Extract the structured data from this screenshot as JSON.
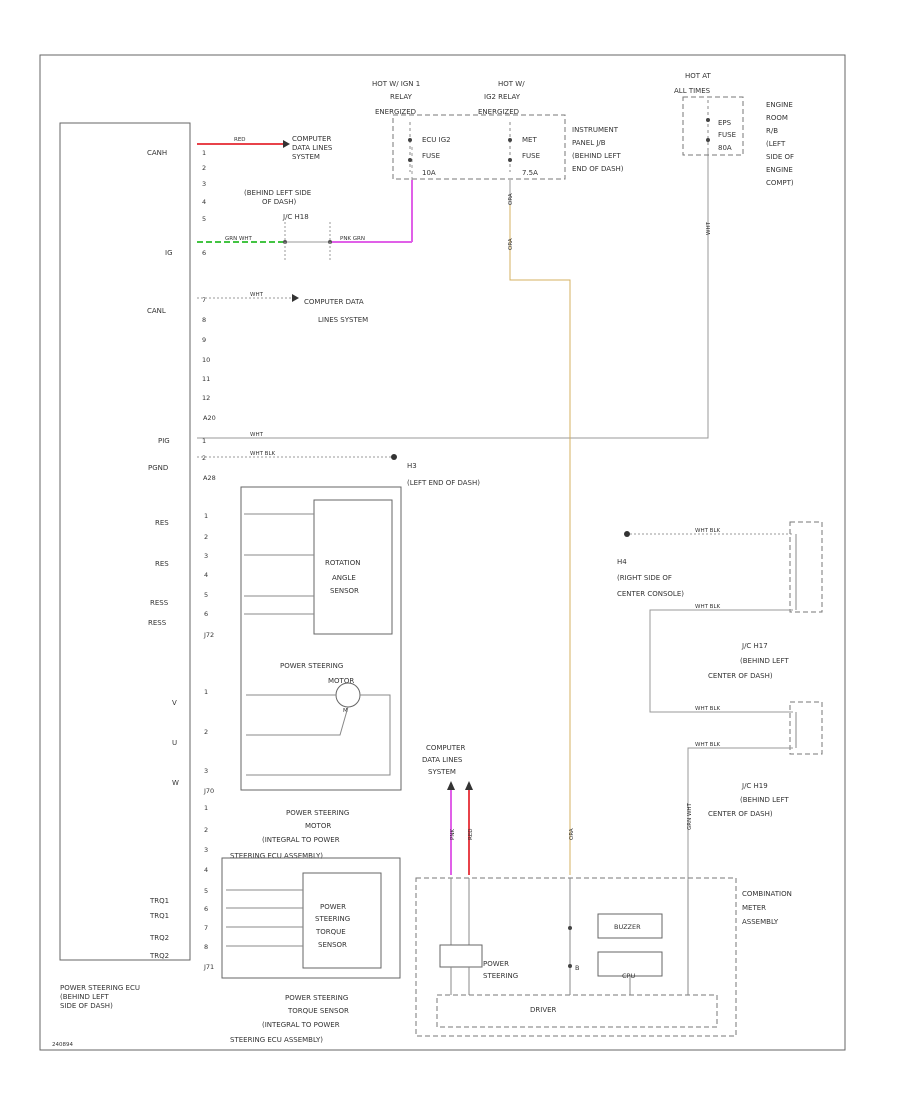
{
  "ecu": {
    "pins_top": [
      "CANH",
      "IG",
      "CANL"
    ],
    "pins_mid": [
      "PIG",
      "PGND"
    ],
    "pins_rot": [
      "RES",
      "RES",
      "RESS",
      "RESS"
    ],
    "pins_motor": [
      "V",
      "U",
      "W"
    ],
    "pins_trq": [
      "TRQ1",
      "TRQ1",
      "TRQ2",
      "TRQ2"
    ],
    "pin_numbers": [
      "1",
      "2",
      "3",
      "4",
      "5",
      "6",
      "7",
      "8",
      "9",
      "10",
      "11",
      "12"
    ],
    "conn_a": "A20",
    "conn_b": "A28",
    "conn_c": "J72",
    "conn_d": "J70",
    "conn_e": "J71",
    "label_lines": [
      "POWER STEERING ECU",
      "(BEHIND LEFT",
      "SIDE OF DASH)"
    ]
  },
  "wire_labels": {
    "red": "RED",
    "grn_wht": "GRN WHT",
    "pnk_grn": "PNK GRN",
    "wht": "WHT",
    "wht_blk": "WHT BLK",
    "ora": "ORA",
    "pnk": "PNK",
    "grn_wht2": "GRN WHT"
  },
  "labels": {
    "computer_data_top": [
      "COMPUTER",
      "DATA LINES",
      "SYSTEM"
    ],
    "behind_left_side": [
      "(BEHIND LEFT SIDE",
      "OF DASH)"
    ],
    "jc_label": "J/C H18",
    "computer_data_mid": [
      "COMPUTER DATA",
      "LINES SYSTEM"
    ],
    "ground_h3": "H3",
    "ground_h3_loc": "(LEFT END OF DASH)",
    "hot_ign": [
      "HOT W/ IGN 1",
      "RELAY",
      "ENERGIZED"
    ],
    "hot_ig2": [
      "HOT W/",
      "IG2 RELAY",
      "ENERGIZED"
    ],
    "hot_at": [
      "HOT AT",
      "ALL TIMES"
    ],
    "fuse_ecu": [
      "ECU IG2",
      "FUSE",
      "10A"
    ],
    "fuse_met": [
      "MET",
      "FUSE",
      "7.5A"
    ],
    "fuse_eps": [
      "EPS",
      "FUSE",
      "80A"
    ],
    "instrument_panel": [
      "INSTRUMENT",
      "PANEL J/B",
      "(BEHIND LEFT",
      "END OF DASH)"
    ],
    "engine_room": [
      "ENGINE",
      "ROOM",
      "R/B",
      "(LEFT",
      "SIDE OF",
      "ENGINE",
      "COMPT)"
    ],
    "rotation_sensor": [
      "ROTATION",
      "ANGLE",
      "SENSOR"
    ],
    "ps_motor": [
      "POWER STEERING",
      "MOTOR"
    ],
    "ps_motor_integral": [
      "POWER STEERING",
      "MOTOR",
      "(INTEGRAL TO POWER",
      "STEERING ECU ASSEMBLY)"
    ],
    "torque_sensor": [
      "POWER",
      "STEERING",
      "TORQUE",
      "SENSOR"
    ],
    "torque_integral": [
      "POWER STEERING",
      "TORQUE SENSOR",
      "(INTEGRAL TO POWER",
      "STEERING ECU ASSEMBLY)"
    ],
    "ground_h4": [
      "H4",
      "(RIGHT SIDE OF",
      "CENTER CONSOLE)"
    ],
    "jc_h17": [
      "J/C H17",
      "(BEHIND LEFT",
      "CENTER OF DASH)"
    ],
    "jc_h19": [
      "J/C H19",
      "(BEHIND LEFT",
      "CENTER OF DASH)"
    ],
    "computer_data_low": [
      "COMPUTER",
      "DATA LINES",
      "SYSTEM"
    ],
    "combination_meter": [
      "COMBINATION",
      "METER",
      "ASSEMBLY"
    ],
    "ps_indicator": [
      "POWER",
      "STEERING"
    ],
    "buzzer": "BUZZER",
    "cpu": "CPU",
    "driver": "DRIVER",
    "footer": "240894"
  },
  "colors": {
    "red": "#e8424a",
    "green": "#43c443",
    "pink": "#e060e8",
    "orange": "#d4b060",
    "gray": "#999999"
  }
}
